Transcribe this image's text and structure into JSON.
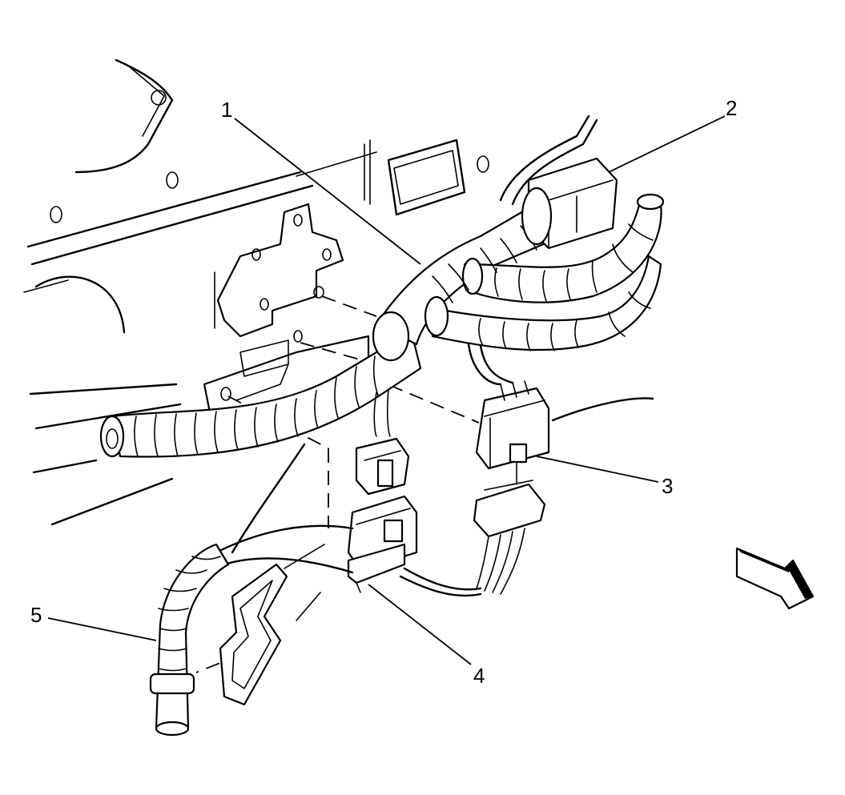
{
  "diagram": {
    "callouts": [
      {
        "id": "1",
        "label": "1"
      },
      {
        "id": "2",
        "label": "2"
      },
      {
        "id": "3",
        "label": "3"
      },
      {
        "id": "4",
        "label": "4"
      },
      {
        "id": "5",
        "label": "5"
      }
    ],
    "parts": {
      "harness_main": "wiring-harness",
      "connector_top": "harness-connector",
      "connector_pair_right": "mating-connector",
      "connector_pair_left": "mating-connector",
      "branch_left": "harness-branch"
    },
    "orientation_arrow": "view-direction-arrow"
  }
}
